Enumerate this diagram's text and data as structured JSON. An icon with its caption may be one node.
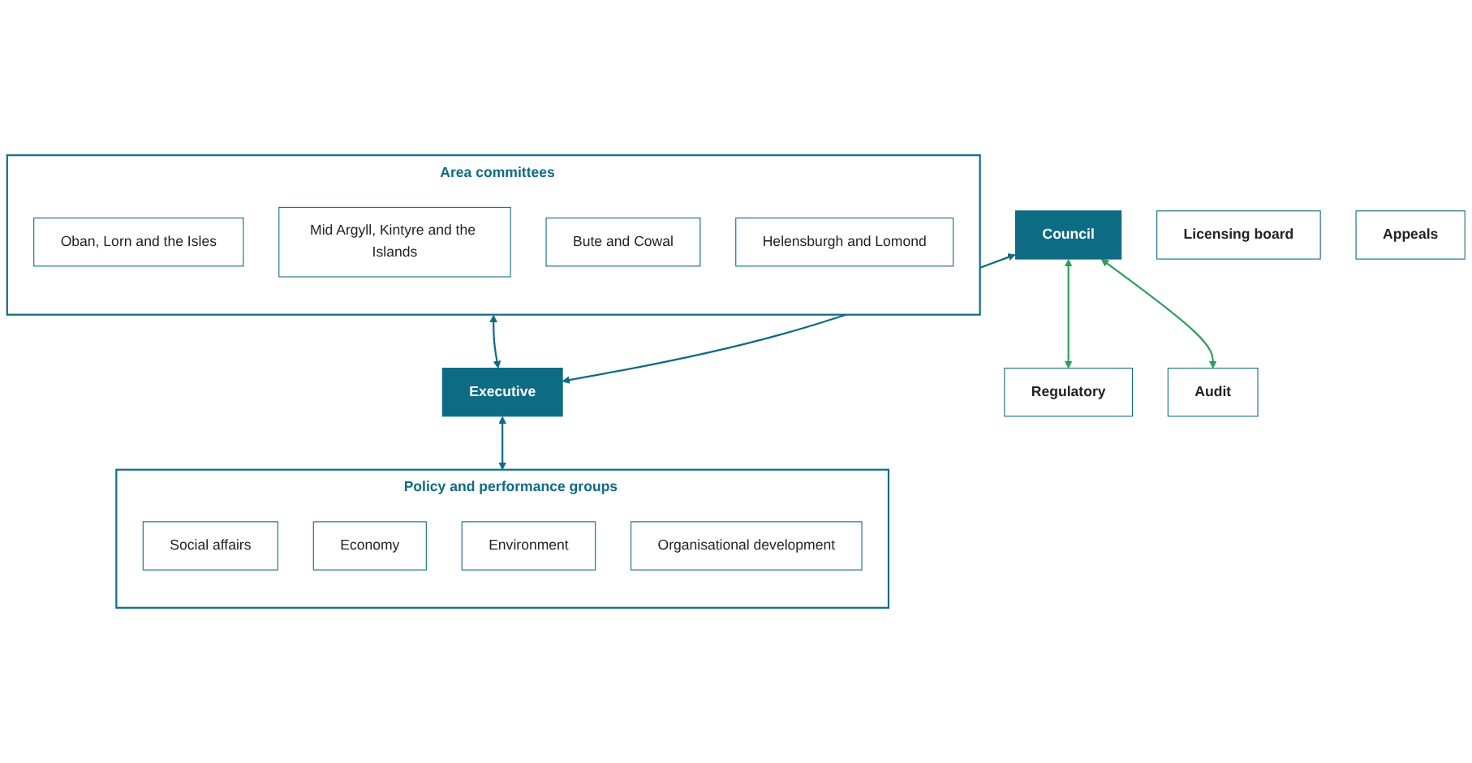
{
  "diagram": {
    "nodes": [
      {
        "text": [
          "Council"
        ]
      },
      {
        "text": [
          "Area committees"
        ]
      },
      {
        "text": [
          "Oban, Lorn and the Isles"
        ],
        "in": 1
      },
      {
        "text": [
          "Mid Argyll, Kintyre and the Islands"
        ],
        "in": 1
      },
      {
        "text": [
          "Bute and Cowal"
        ],
        "in": 1
      },
      {
        "text": [
          "Helensburgh and Lomond"
        ],
        "in": 1
      },
      {
        "text": [
          "Executive"
        ]
      },
      {
        "text": [
          "Policy and performance groups"
        ]
      },
      {
        "text": [
          "Social affairs"
        ],
        "in": 7
      },
      {
        "text": [
          "Economy"
        ],
        "in": 7
      },
      {
        "text": [
          "Environment"
        ],
        "in": 7
      },
      {
        "text": [
          "Organisational development"
        ],
        "in": 7
      },
      {
        "text": [
          "Regulatory"
        ]
      },
      {
        "text": [
          "Licensing board"
        ]
      },
      {
        "text": [
          "Appeals"
        ]
      },
      {
        "text": [
          "Audit"
        ]
      }
    ],
    "edges": [
      {
        "from": 0,
        "to": 6,
        "arrow": "both"
      },
      {
        "from": 1,
        "to": 6,
        "arrow": "both"
      },
      {
        "from": 6,
        "to": 7,
        "arrow": "both"
      },
      {
        "from": 0,
        "to": 12,
        "arrow": "both",
        "color": "#2e9e5b"
      },
      {
        "from": 0,
        "to": 15,
        "arrow": "both",
        "color": "#2e9e5b"
      }
    ]
  }
}
